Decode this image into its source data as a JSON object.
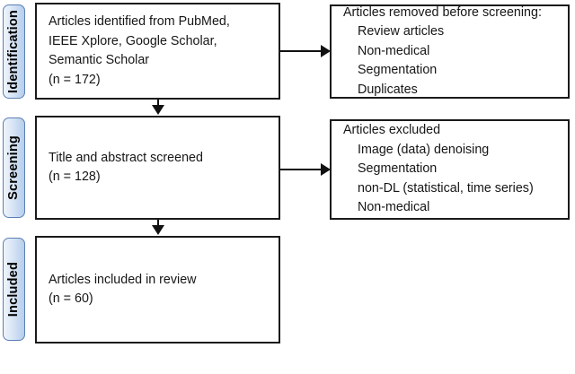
{
  "diagram": {
    "type": "prisma-flow-diagram",
    "stages": [
      {
        "id": "identification",
        "label": "Identification"
      },
      {
        "id": "screening",
        "label": "Screening"
      },
      {
        "id": "included",
        "label": "Included"
      }
    ],
    "boxes": {
      "identified": {
        "name": "records-identified-box",
        "lines": [
          {
            "text": "Articles identified from PubMed,",
            "indent": false
          },
          {
            "text": "IEEE Xplore, Google Scholar,",
            "indent": false
          },
          {
            "text": "Semantic Scholar",
            "indent": false
          },
          {
            "text": "(n = 172)",
            "indent": false
          }
        ],
        "count": 172
      },
      "removed": {
        "name": "records-removed-box",
        "lines": [
          {
            "text": "Articles removed before screening:",
            "indent": false
          },
          {
            "text": "Review articles",
            "indent": true
          },
          {
            "text": "Non-medical",
            "indent": true
          },
          {
            "text": "Segmentation",
            "indent": true
          },
          {
            "text": "Duplicates",
            "indent": true
          }
        ]
      },
      "screened": {
        "name": "records-screened-box",
        "lines": [
          {
            "text": "Title and abstract screened",
            "indent": false
          },
          {
            "text": "(n = 128)",
            "indent": false
          }
        ],
        "count": 128
      },
      "excluded": {
        "name": "records-excluded-box",
        "lines": [
          {
            "text": "Articles excluded",
            "indent": false
          },
          {
            "text": "Image (data) denoising",
            "indent": true
          },
          {
            "text": "Segmentation",
            "indent": true
          },
          {
            "text": "non-DL (statistical, time series)",
            "indent": true
          },
          {
            "text": "Non-medical",
            "indent": true
          }
        ]
      },
      "included": {
        "name": "records-included-box",
        "lines": [
          {
            "text": "Articles included in review",
            "indent": false
          },
          {
            "text": "(n = 60)",
            "indent": false
          }
        ],
        "count": 60
      }
    },
    "connectors": [
      {
        "id": "identified-to-removed",
        "direction": "right"
      },
      {
        "id": "identified-to-screened",
        "direction": "down"
      },
      {
        "id": "screened-to-excluded",
        "direction": "right"
      },
      {
        "id": "screened-to-included",
        "direction": "down"
      }
    ],
    "colors": {
      "stage_tab_border": "#5b7fb5",
      "stage_tab_fill": "#c4d8f0",
      "box_border": "#1a1a1a",
      "box_fill": "#ffffff",
      "text": "#161616",
      "connector": "#111111"
    }
  }
}
